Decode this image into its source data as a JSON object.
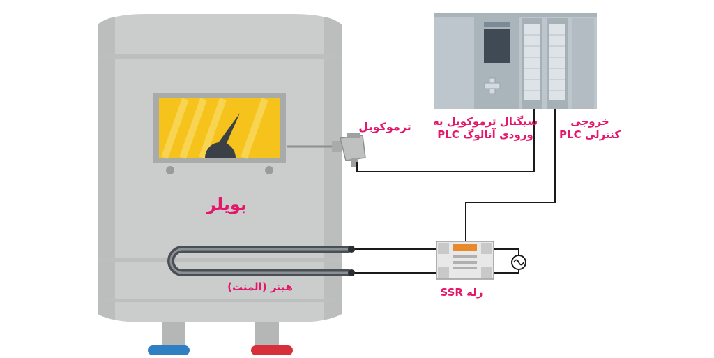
{
  "labels": {
    "boiler": "بویلر",
    "thermocouple": "ترموکوپل",
    "plc_input_line1": "سیگنال ترموکوپل به",
    "plc_input_line2": "ورودی آنالوگ  PLC",
    "plc_output_line1": "خروجی",
    "plc_output_line2": "کنترلی PLC",
    "heater": "هیتر (المنت)",
    "ssr": "رله SSR"
  },
  "colors": {
    "label_text": "#e5176b",
    "boiler_body": "#cbcccc",
    "boiler_dark": "#a9aaaa",
    "gauge_face": "#f6c21c",
    "plc_body": "#bdc6cc",
    "wire": "#1a1a1a",
    "cold_pipe": "#2f7fc2",
    "hot_pipe": "#d7303b"
  },
  "icons": {
    "gauge": "gauge-icon",
    "thermocouple": "thermocouple-probe-icon",
    "plc": "plc-unit-icon",
    "ssr": "solid-state-relay-icon",
    "ac_source": "ac-source-icon",
    "heater": "heating-element-icon"
  }
}
